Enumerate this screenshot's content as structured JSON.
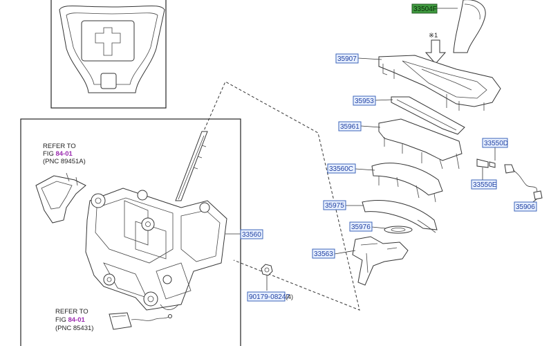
{
  "parts": {
    "p33504f": "33504F",
    "p35907": "35907",
    "p35953": "35953",
    "p35961": "35961",
    "p33560c": "33560C",
    "p35975": "35975",
    "p35976": "35976",
    "p33563": "33563",
    "p33560": "33560",
    "p90179": "90179-08247",
    "p90179_qty": "(4)",
    "p33550d": "33550D",
    "p33550e": "33550E",
    "p35906": "35906"
  },
  "marker": "※1",
  "ref1": {
    "line1": "REFER TO",
    "fig_prefix": "FIG ",
    "fig": "84-01",
    "pnc": "(PNC 89451A)"
  },
  "ref2": {
    "line1": "REFER TO",
    "fig_prefix": "FIG ",
    "fig": "84-01",
    "pnc": "(PNC 85431)"
  },
  "colors": {
    "pnc_text": "#1e3fa0",
    "pnc_fill": "#e8f0ff",
    "highlight": "#3f9a3f",
    "fig_ref": "#9b2bb0"
  }
}
